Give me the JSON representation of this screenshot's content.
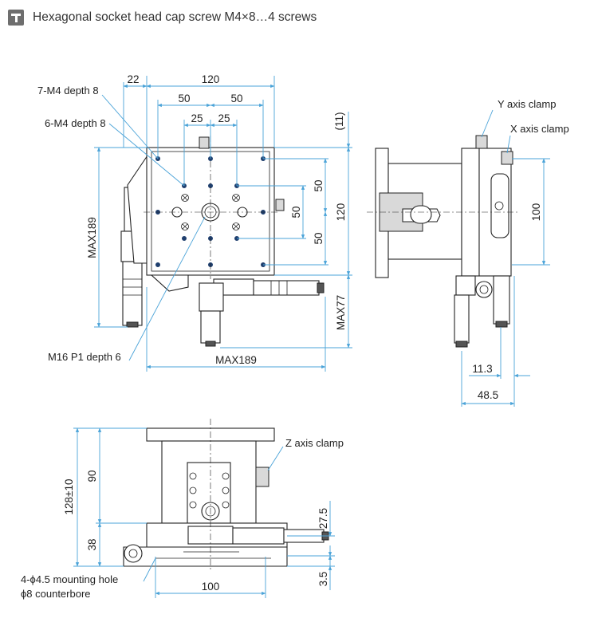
{
  "header": {
    "icon": "title-bar-icon",
    "title": "Hexagonal socket head cap screw M4×8…4 screws"
  },
  "labels": {
    "m4_7": "7-M4 depth 8",
    "m4_6": "6-M4 depth 8",
    "m16": "M16 P1 depth 6",
    "y_clamp": "Y axis clamp",
    "x_clamp": "X axis clamp",
    "z_clamp": "Z axis clamp",
    "mount_hole": "4-ϕ4.5 mounting hole",
    "counterbore": "ϕ8 counterbore"
  },
  "dims": {
    "d22": "22",
    "d120_top": "120",
    "d50_a": "50",
    "d50_b": "50",
    "d25_a": "25",
    "d25_b": "25",
    "d11": "(11)",
    "d50_r1": "50",
    "d50_r2": "50",
    "d50_r3": "50",
    "d120_right": "120",
    "max189_left": "MAX189",
    "max77": "MAX77",
    "max189_bottom": "MAX189",
    "d100_side": "100",
    "d11_3": "11.3",
    "d48_5": "48.5",
    "d90": "90",
    "d128": "128±10",
    "d38": "38",
    "d27_5": "27.5",
    "d3_5": "3.5",
    "d100_bottom": "100"
  }
}
